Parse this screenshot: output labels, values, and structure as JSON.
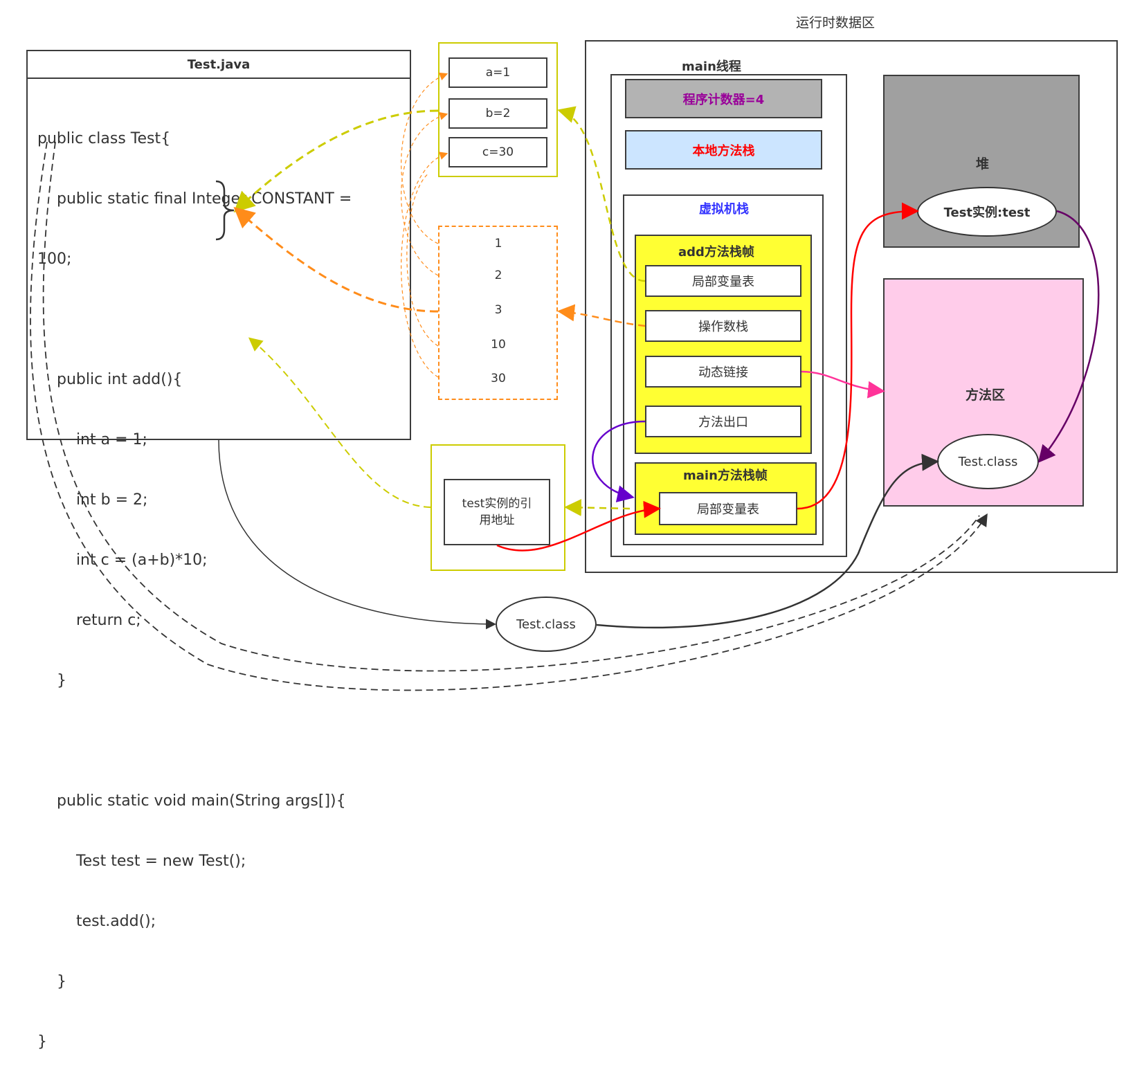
{
  "runtime_area": {
    "title": "运行时数据区",
    "thread": {
      "label": "main线程",
      "program_counter": "程序计数器=4",
      "native_stack": "本地方法栈",
      "vm_stack": {
        "label": "虚拟机栈",
        "add_frame": {
          "label": "add方法栈帧",
          "slots": [
            "局部变量表",
            "操作数栈",
            "动态链接",
            "方法出口"
          ]
        },
        "main_frame": {
          "label": "main方法栈帧",
          "slots": [
            "局部变量表"
          ]
        }
      }
    },
    "heap": {
      "label": "堆",
      "object": "Test实例:test"
    },
    "method_area": {
      "label": "方法区",
      "class": "Test.class"
    }
  },
  "java_source": {
    "filename": "Test.java",
    "lines": [
      "public class Test{",
      "    public static final Integer CONSTANT =",
      "100;",
      "",
      "    public int add(){",
      "        int a = 1;",
      "        int b = 2;",
      "        int c = (a+b)*10;",
      "        return c;",
      "    }",
      "",
      "    public static void main(String args[]){",
      "        Test test = new Test();",
      "        test.add();",
      "    }",
      "}"
    ]
  },
  "local_variables": [
    "a=1",
    "b=2",
    "c=30"
  ],
  "operand_stack": [
    "1",
    "2",
    "3",
    "10",
    "30"
  ],
  "reference_box": {
    "line1": "test实例的引",
    "line2": "用地址"
  },
  "class_file": "Test.class",
  "colors": {
    "yellow_link": "#cccc00",
    "orange_link": "#ff8c1a",
    "red_link": "#ff0000",
    "purple_link": "#6600cc",
    "magenta_link": "#ff3399",
    "dark_purple_link": "#660066",
    "frame_yellow": "#ffff33",
    "heap_gray": "#a0a0a0",
    "method_pink": "#ffccea",
    "pc_gray": "#b3b3b3",
    "native_blue": "#cce5ff"
  }
}
